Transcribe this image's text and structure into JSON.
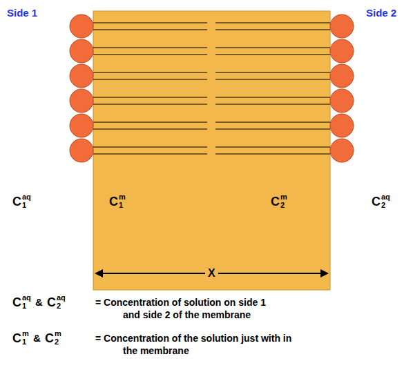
{
  "diagram": {
    "labels": [
      "Side 1",
      "Side 2",
      "C",
      "aq",
      "1",
      "C",
      "m",
      "1",
      "C",
      "m",
      "2",
      "C",
      "aq",
      "2",
      "X",
      "C",
      "aq",
      "1",
      "&",
      "C",
      "aq",
      "2",
      "= Concentration of solution on side 1 and side 2 of the membrane",
      "C",
      "m",
      "1",
      "&",
      "C",
      "m",
      "2",
      "= Concentration of the solution just with in the membrane"
    ]
  }
}
